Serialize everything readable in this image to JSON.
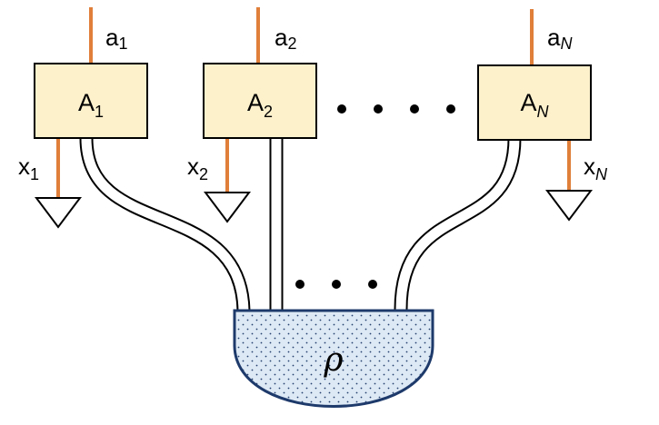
{
  "colors": {
    "box_fill": "#fdf1cc",
    "box_stroke": "#000000",
    "wire": "#e07f3a",
    "source_fill": "#dde9f5",
    "source_stroke": "#1e3a6b",
    "dot": "#000000"
  },
  "parties": [
    {
      "box_main": "A",
      "box_sub": "1",
      "out_main": "a",
      "out_sub": "1",
      "in_main": "x",
      "in_sub": "1"
    },
    {
      "box_main": "A",
      "box_sub": "2",
      "out_main": "a",
      "out_sub": "2",
      "in_main": "x",
      "in_sub": "2"
    },
    {
      "box_main": "A",
      "box_sub": "N",
      "out_main": "a",
      "out_sub": "N",
      "in_main": "x",
      "in_sub": "N"
    }
  ],
  "source": {
    "label": "ρ"
  },
  "icons": {
    "input_marker": "triangle-down-icon",
    "ellipsis": "dots-ellipsis-icon"
  }
}
